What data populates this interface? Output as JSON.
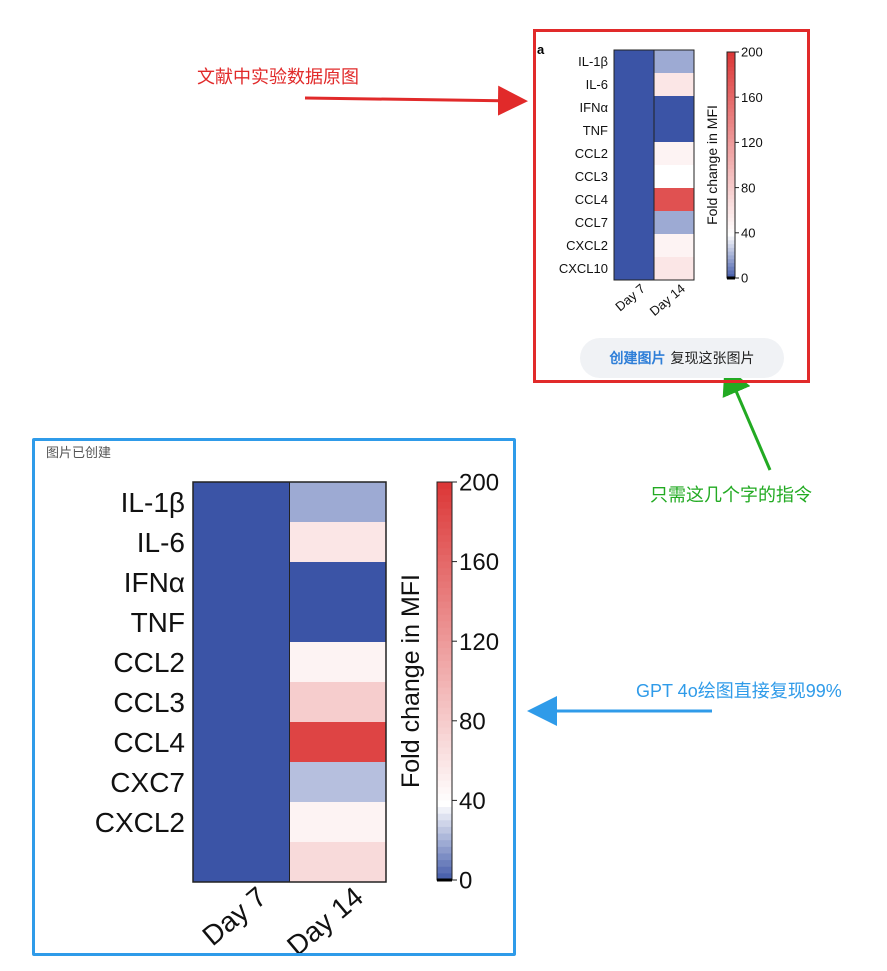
{
  "annotations": {
    "red": "文献中实验数据原图",
    "green": "只需这几个字的指令",
    "blue": "GPT 4o绘图直接复现99%"
  },
  "prompt_pill": {
    "accent": "创建图片",
    "text": "复现这张图片"
  },
  "created_label": "图片已创建",
  "colors": {
    "red": "#e12a2a",
    "green": "#22aa22",
    "blue": "#2f9be9"
  },
  "chart_data": [
    {
      "type": "heatmap",
      "panel_label": "a",
      "columns": [
        "Day 7",
        "Day 14"
      ],
      "rows": [
        "IL-1β",
        "IL-6",
        "IFNα",
        "TNF",
        "CCL2",
        "CCL3",
        "CCL4",
        "CCL7",
        "CXCL2",
        "CXCL10"
      ],
      "values": [
        [
          0,
          20
        ],
        [
          0,
          60
        ],
        [
          0,
          0
        ],
        [
          0,
          0
        ],
        [
          0,
          50
        ],
        [
          0,
          40
        ],
        [
          0,
          180
        ],
        [
          0,
          20
        ],
        [
          0,
          50
        ],
        [
          0,
          60
        ]
      ],
      "colorbar_label": "Fold change in MFI",
      "colorbar_ticks": [
        "0",
        "40",
        "80",
        "120",
        "160",
        "200"
      ],
      "colorbar_range": [
        0,
        200
      ]
    },
    {
      "type": "heatmap",
      "columns": [
        "Day 7",
        "Day 14"
      ],
      "rows": [
        "IL-1β",
        "IL-6",
        "IFNα",
        "TNF",
        "CCL2",
        "CCL3",
        "CCL4",
        "CXC7",
        "CXCL2"
      ],
      "values": [
        [
          0,
          20
        ],
        [
          0,
          60
        ],
        [
          0,
          0
        ],
        [
          0,
          0
        ],
        [
          0,
          50
        ],
        [
          0,
          80
        ],
        [
          0,
          190
        ],
        [
          0,
          25
        ],
        [
          0,
          50
        ],
        [
          0,
          70
        ]
      ],
      "colorbar_label": "Fold change in MFI",
      "colorbar_ticks": [
        "0",
        "40",
        "80",
        "120",
        "160",
        "200"
      ],
      "colorbar_range": [
        0,
        200
      ]
    }
  ]
}
